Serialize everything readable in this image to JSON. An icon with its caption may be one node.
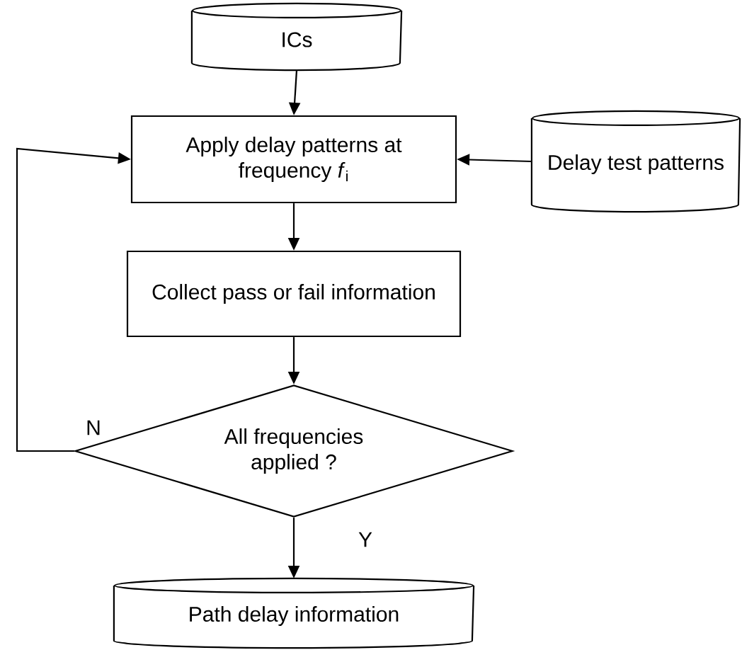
{
  "diagram": {
    "nodes": [
      {
        "text": [
          "ICs"
        ]
      },
      {
        "text": [
          "Apply delay patterns at frequency *f*$_{i}$"
        ]
      },
      {
        "text": [
          "Delay test patterns"
        ]
      },
      {
        "text": [
          "Collect pass or fail information"
        ]
      },
      {
        "text": [
          "All frequencies applied ?"
        ]
      },
      {
        "text": [
          "Path delay information"
        ]
      }
    ],
    "edges": [
      {
        "from": 0,
        "to": 1,
        "arrow": "to"
      },
      {
        "from": 2,
        "to": 1,
        "arrow": "to"
      },
      {
        "from": 1,
        "to": 3,
        "arrow": "to"
      },
      {
        "from": 3,
        "to": 4,
        "arrow": "to"
      },
      {
        "from": 4,
        "to": 1,
        "arrow": "to",
        "label": "N"
      },
      {
        "from": 4,
        "to": 5,
        "arrow": "to",
        "label": "Y"
      }
    ]
  }
}
